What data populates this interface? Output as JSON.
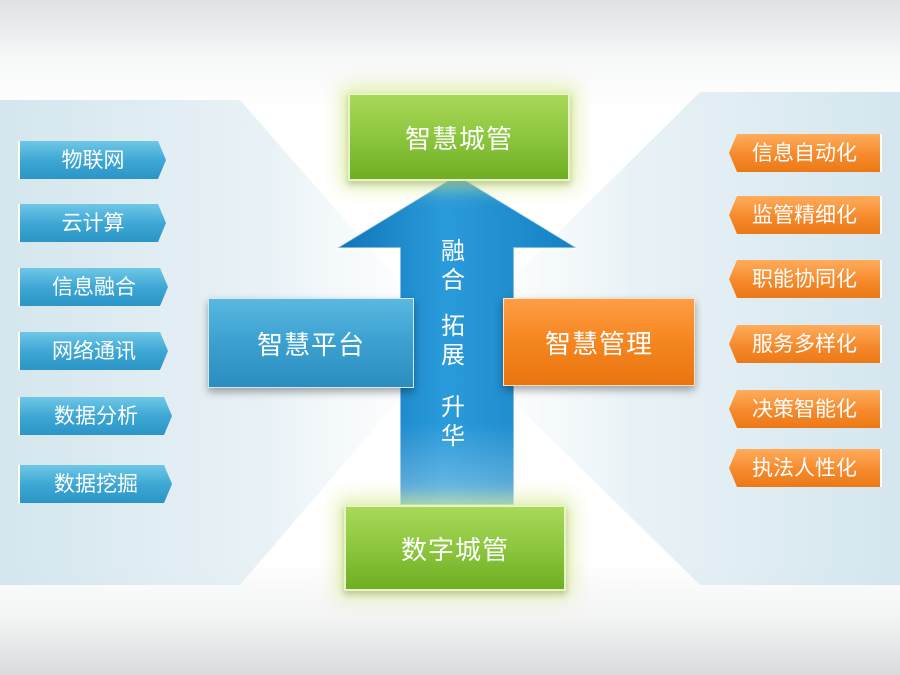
{
  "top_box": "智慧城管",
  "bottom_box": "数字城管",
  "left_box": "智慧平台",
  "right_box": "智慧管理",
  "arrow_text": {
    "line1": [
      "融",
      "合"
    ],
    "line2": [
      "拓",
      "展"
    ],
    "line3": [
      "升",
      "华"
    ]
  },
  "left_tags": [
    "物联网",
    "云计算",
    "信息融合",
    "网络通讯",
    "数据分析",
    "数据挖掘"
  ],
  "right_tags": [
    "信息自动化",
    "监管精细化",
    "职能协同化",
    "服务多样化",
    "决策智能化",
    "执法人性化"
  ],
  "colors": {
    "green": "#8cc63f",
    "blue": "#3ba0d0",
    "orange": "#f5861f",
    "arrow_blue": "#1f8fd0"
  }
}
